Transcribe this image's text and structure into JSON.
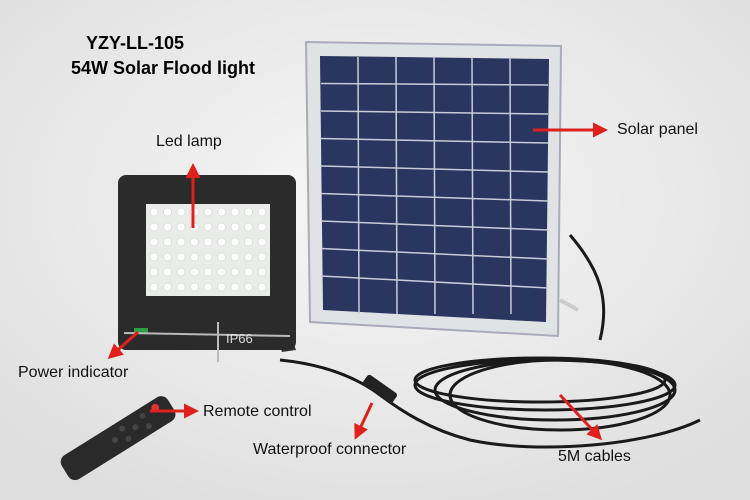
{
  "title": {
    "model": "YZY-LL-105",
    "product": "54W Solar Flood light"
  },
  "labels": {
    "led_lamp": "Led lamp",
    "solar_panel": "Solar panel",
    "power_indicator": "Power indicator",
    "remote_control": "Remote control",
    "waterproof_connector": "Waterproof connector",
    "cables": "5M cables"
  },
  "lamp_marking": "IP66",
  "colors": {
    "arrow": "#e0201c",
    "background": "#f1f1f1",
    "panel_cell": "#2a3560",
    "lamp_body": "#2b2b2b"
  }
}
